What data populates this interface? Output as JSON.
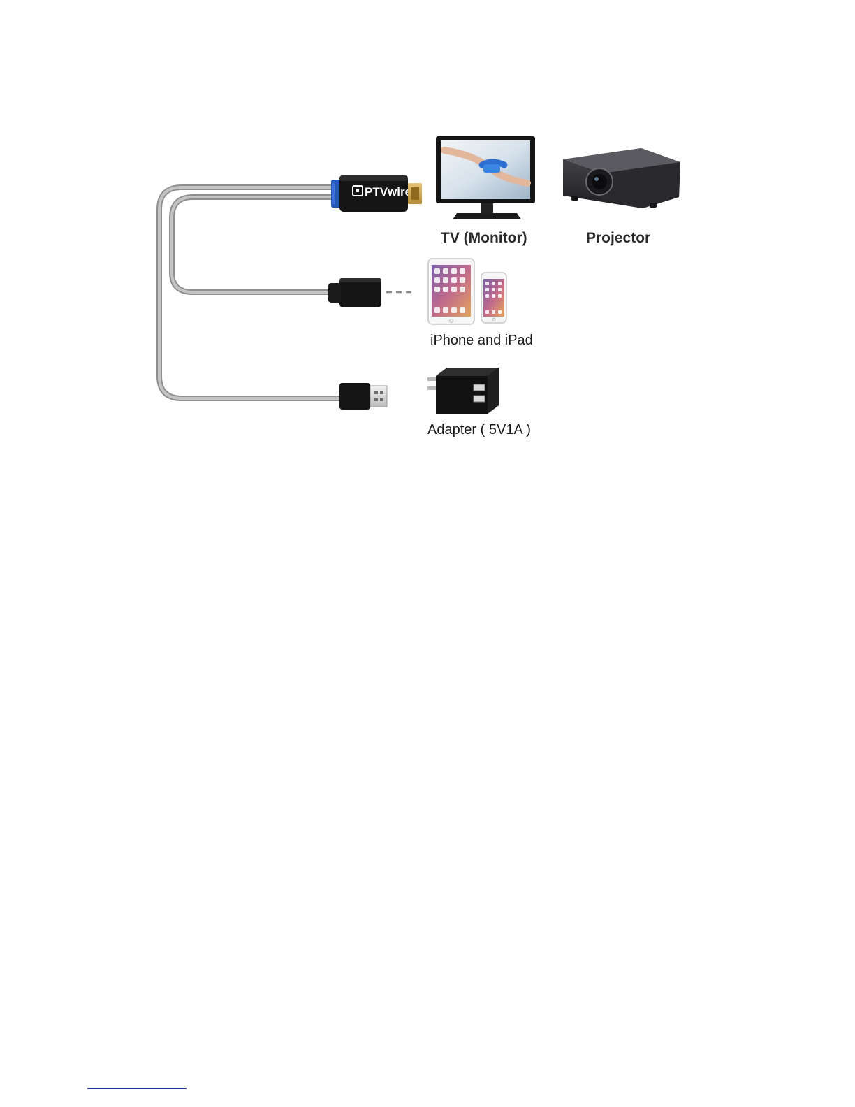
{
  "diagram": {
    "brand": "PTVwire",
    "devices": {
      "tv": {
        "label": "TV (Monitor)"
      },
      "projector": {
        "label": "Projector"
      },
      "phone_tablet": {
        "label": "iPhone and iPad"
      },
      "adapter": {
        "label": "Adapter ( 5V1A )"
      }
    }
  },
  "colors": {
    "cable": "#a9a9a9",
    "connector": "#151515",
    "hdmi_blue": "#2455b8",
    "gold": "#d6b25a",
    "label_text": "#2a2a2a",
    "footnote_rule": "#1f3a93"
  }
}
